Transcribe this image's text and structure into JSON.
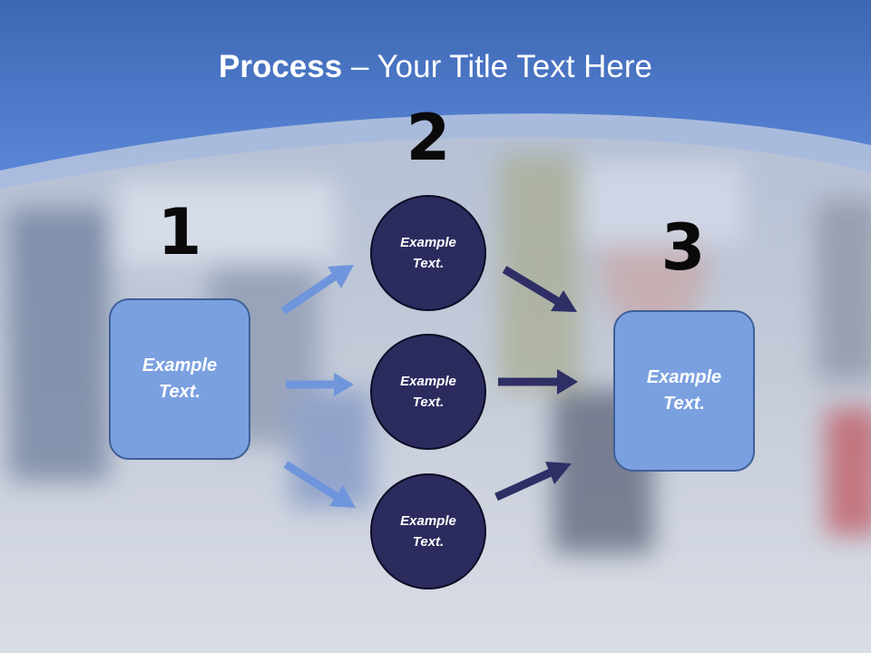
{
  "title": {
    "strong": "Process",
    "rest": " – Your Title Text Here"
  },
  "steps": [
    {
      "number": "1",
      "label": "Example Text."
    },
    {
      "number": "2",
      "labels": [
        "Example Text.",
        "Example Text.",
        "Example Text."
      ]
    },
    {
      "number": "3",
      "label": "Example Text."
    }
  ],
  "colors": {
    "header_blue": "#4f7ccc",
    "box_fill": "#7ba0e0",
    "circle_fill": "#2c2b5e",
    "arrow_light": "#6f95dc",
    "arrow_dark": "#2f2f66"
  }
}
